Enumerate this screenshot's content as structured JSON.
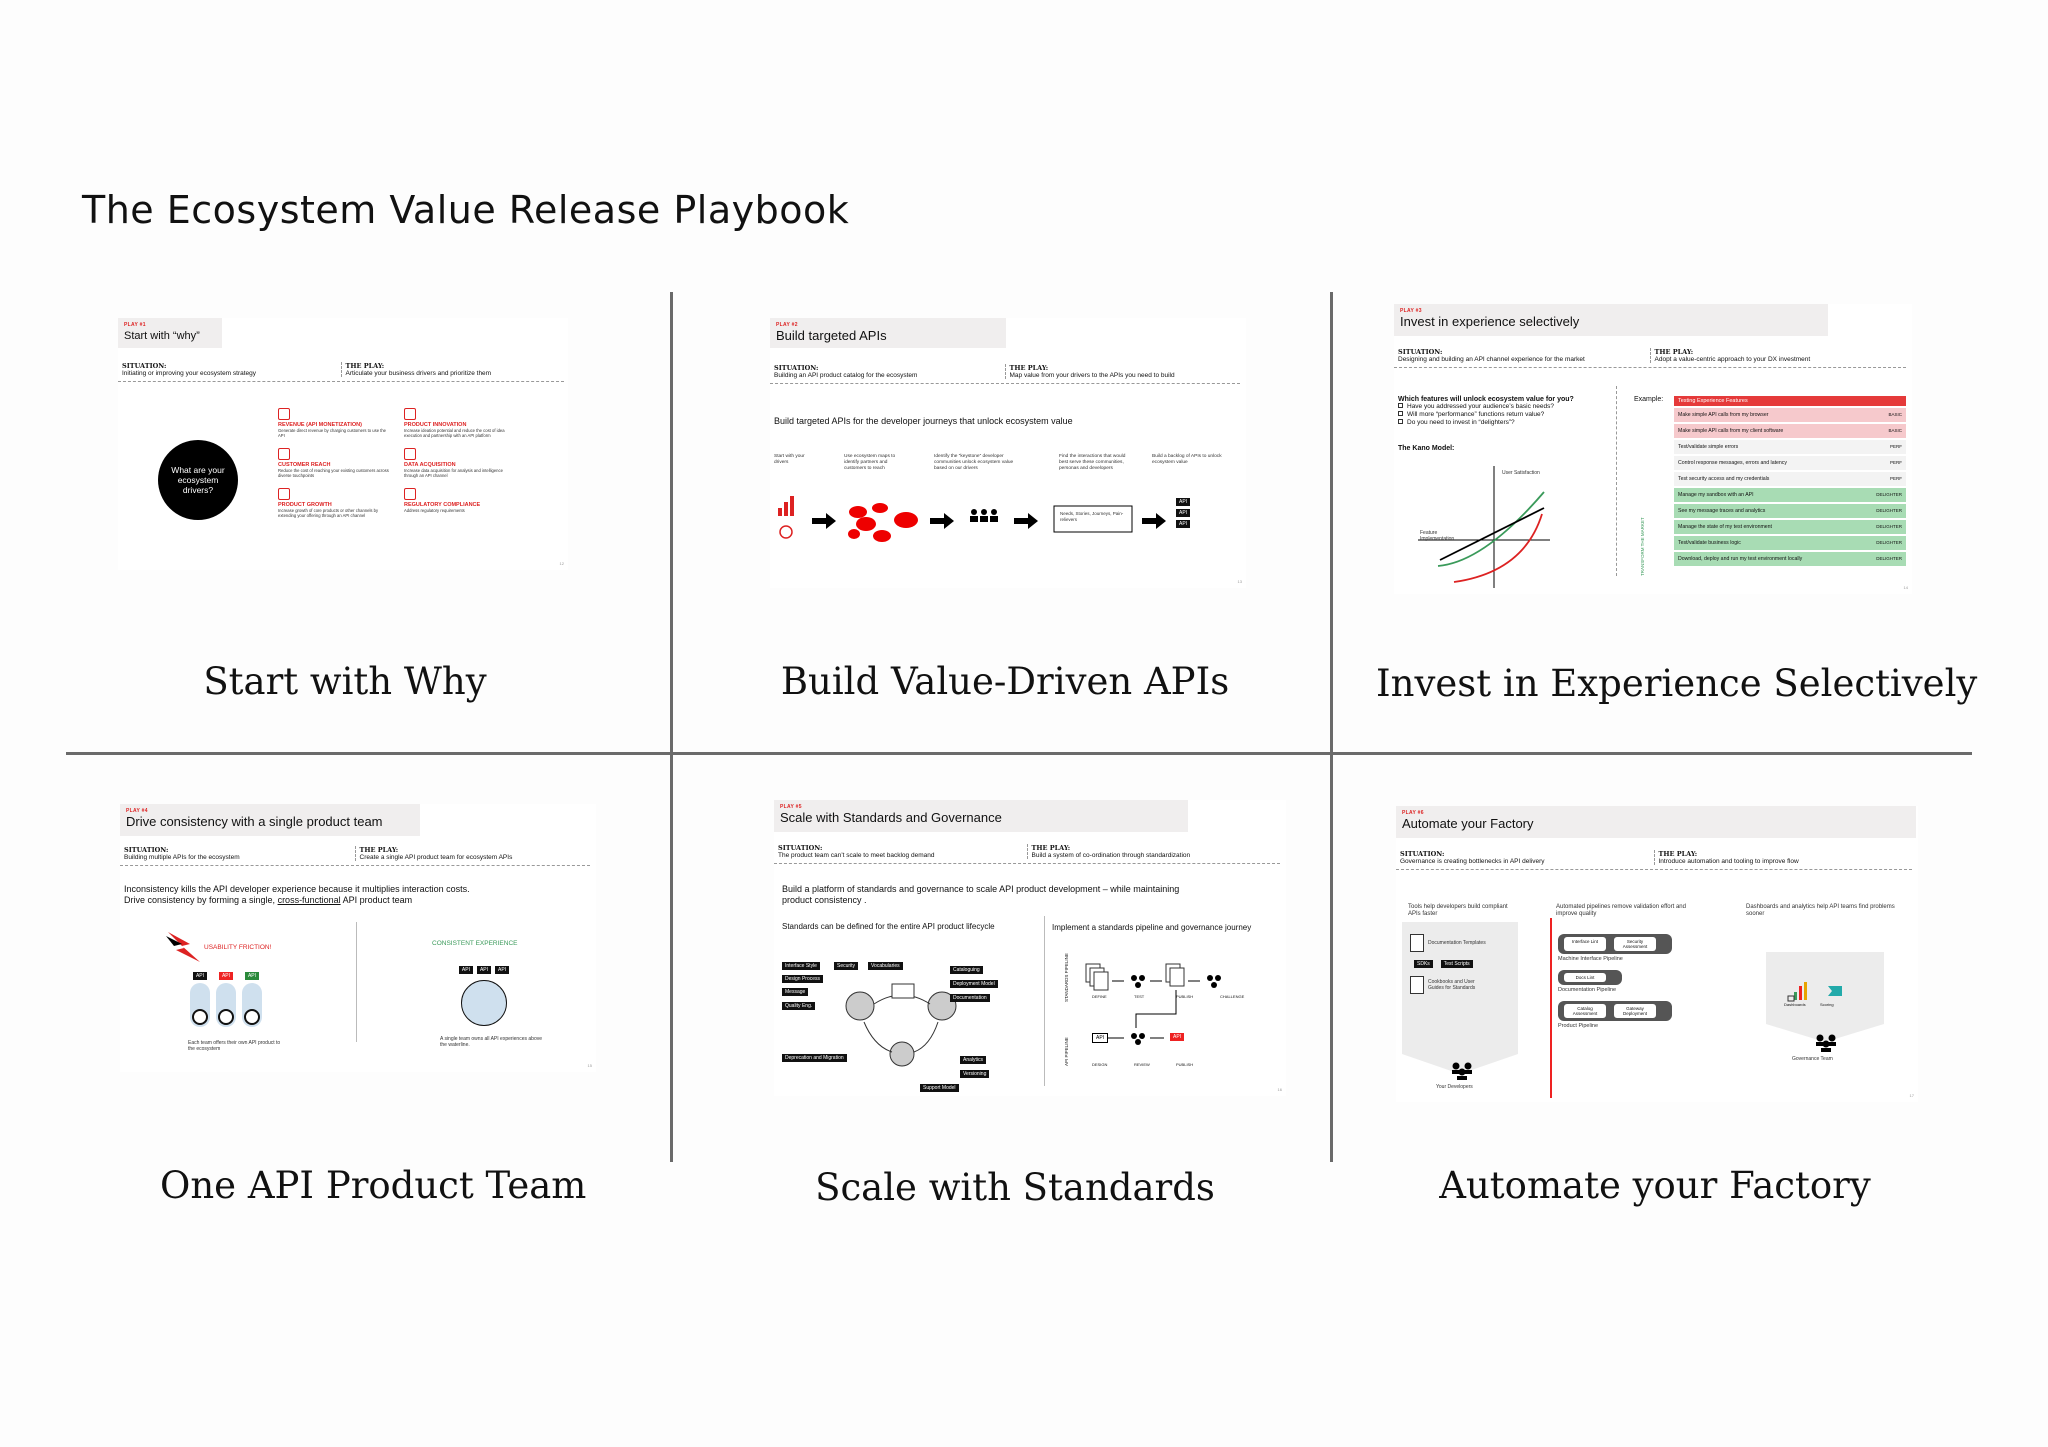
{
  "page_title": "The Ecosystem Value Release Playbook",
  "colors": {
    "accent_red": "#d22222",
    "divider": "#6a6a6a",
    "green": "#3a9a5a"
  },
  "panels": [
    {
      "caption": "Start with Why",
      "play": "PLAY #1",
      "title": "Start with “why”",
      "situation_label": "SITUATION:",
      "situation": "Initiating or improving your ecosystem strategy",
      "play_label": "THE PLAY:",
      "the_play": "Articulate your business drivers and prioritize them",
      "circle_text": "What are your ecosystem drivers?",
      "drivers": [
        {
          "name": "REVENUE (API MONETIZATION)",
          "desc": "Generate direct revenue by charging customers to use the API",
          "icon": "bar-chart-icon"
        },
        {
          "name": "PRODUCT INNOVATION",
          "desc": "Increase ideation potential and reduce the cost of idea execution and partnership with an API platform",
          "icon": "lightbulb-icon"
        },
        {
          "name": "CUSTOMER REACH",
          "desc": "Reduce the cost of reaching your existing customers across diverse touchpoints",
          "icon": "network-icon"
        },
        {
          "name": "DATA ACQUISITION",
          "desc": "Increase data acquisition for analysis and intelligence through an API channel",
          "icon": "globe-icon"
        },
        {
          "name": "PRODUCT GROWTH",
          "desc": "Increase growth of core products or other channels by extending your offering through an API channel",
          "icon": "growth-chart-icon"
        },
        {
          "name": "REGULATORY COMPLIANCE",
          "desc": "Address regulatory requirements",
          "icon": "gavel-icon"
        }
      ]
    },
    {
      "caption": "Build Value-Driven APIs",
      "play": "PLAY #2",
      "title": "Build targeted APIs",
      "situation_label": "SITUATION:",
      "situation": "Building an API product catalog for the ecosystem",
      "play_label": "THE PLAY:",
      "the_play": "Map value from your drivers to the APIs you need to build",
      "subtitle": "Build targeted APIs for the developer journeys that unlock ecosystem value",
      "steps": [
        "Start with your drivers",
        "Use ecosystem maps to identify partners and customers to reach",
        "Identify the “keystone” developer communities unlock ecosystem value based on our drivers",
        "Find the interactions that would best serve these communities, personas and developers",
        "Build a backlog of APIs to unlock ecosystem value"
      ],
      "needs_box": "Needs, Stories, Journeys, Pain-relievers",
      "api_label": "API"
    },
    {
      "caption": "Invest in Experience Selectively",
      "play": "PLAY #3",
      "title": "Invest in experience selectively",
      "situation_label": "SITUATION:",
      "situation": "Designing and building an API channel experience for the market",
      "play_label": "THE PLAY:",
      "the_play": "Adopt a value-centric approach to your DX investment",
      "question": "Which features will unlock ecosystem value for you?",
      "checklist": [
        "Have you addressed your audience’s basic needs?",
        "Will more “performance” functions return value?",
        "Do you need to invest in “delighters”?"
      ],
      "kano_label": "The Kano Model:",
      "kano_y": "User Satisfaction",
      "kano_x": "Feature Implementation",
      "example_label": "Example:",
      "table_header": "Testing Experience Features",
      "side_label": "TRANSFORM THE MARKET",
      "features": [
        {
          "name": "Make simple API calls from my browser",
          "tag": "BASIC",
          "kind": "basic"
        },
        {
          "name": "Make simple API calls from my client software",
          "tag": "BASIC",
          "kind": "basic"
        },
        {
          "name": "Test/validate simple errors",
          "tag": "PERF",
          "kind": "perf"
        },
        {
          "name": "Control response messages, errors and latency",
          "tag": "PERF",
          "kind": "perf"
        },
        {
          "name": "Test security access and my credentials",
          "tag": "PERF",
          "kind": "perf"
        },
        {
          "name": "Manage my sandbox with an API",
          "tag": "DELIGHTER",
          "kind": "del"
        },
        {
          "name": "See my message traces and analytics",
          "tag": "DELIGHTER",
          "kind": "del"
        },
        {
          "name": "Manage the state of my test environment",
          "tag": "DELIGHTER",
          "kind": "del"
        },
        {
          "name": "Test/validate business logic",
          "tag": "DELIGHTER",
          "kind": "del"
        },
        {
          "name": "Download, deploy and run my test environment locally",
          "tag": "DELIGHTER",
          "kind": "del"
        }
      ]
    },
    {
      "caption": "One API Product Team",
      "play": "PLAY #4",
      "title": "Drive consistency with a single product team",
      "situation_label": "SITUATION:",
      "situation": "Building multiple APIs for the ecosystem",
      "play_label": "THE PLAY:",
      "the_play": "Create a single API product team for ecosystem APIs",
      "body_1": "Inconsistency kills the API developer experience because it multiplies interaction costs.",
      "body_2_pre": "Drive consistency by forming a single, ",
      "body_2_link": "cross-functional",
      "body_2_post": " API product team",
      "left_heading": "USABILITY FRICTION!",
      "right_heading": "CONSISTENT EXPERIENCE",
      "api_label": "API",
      "left_caption": "Each team offers their own API product to the ecosystem",
      "right_caption": "A single team owns all API experiences above the waterline."
    },
    {
      "caption": "Scale with Standards",
      "play": "PLAY #5",
      "title": "Scale with Standards and Governance",
      "situation_label": "SITUATION:",
      "situation": "The product team can’t scale to meet backlog demand",
      "play_label": "THE PLAY:",
      "the_play": "Build a system of co-ordination through standardization",
      "body": "Build a platform of standards and governance to scale API product development – while maintaining product consistency .",
      "left_sub": "Standards can be defined for the entire API product lifecycle",
      "right_sub": "Implement a standards pipeline and governance journey",
      "standards_left": [
        "Interface Style",
        "Security",
        "Vocabularies",
        "Design Process",
        "Message",
        "Quality Eng.",
        "Deprecation and Migration"
      ],
      "standards_right": [
        "Cataloguing",
        "Deployment Model",
        "Documentation",
        "Analytics",
        "Versioning",
        "Support Model"
      ],
      "api_label": "API",
      "pipeline_top_label": "STANDARDS PIPELINE",
      "pipeline_bottom_label": "API PIPELINE",
      "top_steps": [
        "DEFINE",
        "TEST",
        "PUBLISH",
        "CHALLENGE"
      ],
      "bottom_steps": [
        "DESIGN",
        "REVIEW",
        "PUBLISH"
      ]
    },
    {
      "caption": "Automate your Factory",
      "play": "PLAY #6",
      "title": "Automate your Factory",
      "situation_label": "SITUATION:",
      "situation": "Governance is creating bottlenecks in API delivery",
      "play_label": "THE PLAY:",
      "the_play": "Introduce automation and tooling to improve flow",
      "col1_head": "Tools help developers build compliant APIs faster",
      "col2_head": "Automated pipelines remove validation effort and improve quality",
      "col3_head": "Dashboards and analytics help API teams find problems sooner",
      "tools": [
        "Documentation Templates",
        "SDKs",
        "Test Scripts",
        "Cookbooks and User Guides for Standards"
      ],
      "your_devs": "Your Developers",
      "pipelines": [
        {
          "name": "Machine Interface Pipeline",
          "chips": [
            "Interface Lint",
            "Security Assessment"
          ]
        },
        {
          "name": "Documentation Pipeline",
          "chips": [
            "Docs Lint"
          ]
        },
        {
          "name": "Product Pipeline",
          "chips": [
            "Catalog Assessment",
            "Gateway Deployment"
          ]
        }
      ],
      "dash_labels": [
        "Dashboards",
        "Scoring"
      ],
      "gov_team": "Governance Team"
    }
  ]
}
